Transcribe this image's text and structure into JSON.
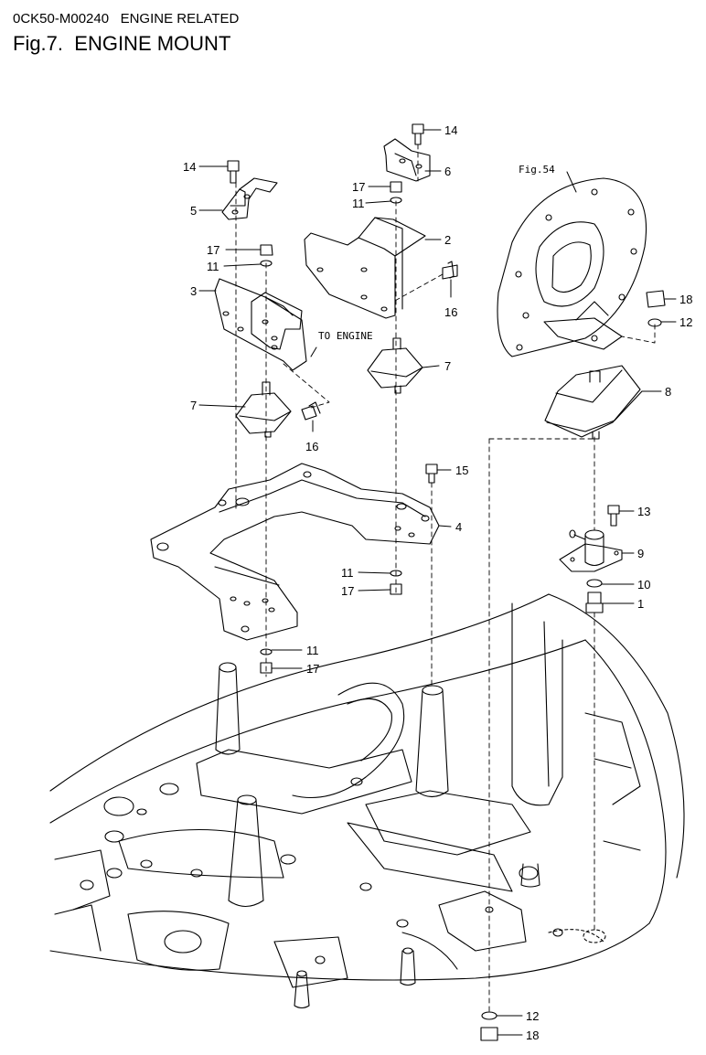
{
  "header": {
    "code": "0CK50-M00240",
    "section": "ENGINE RELATED",
    "figure_number": "Fig.7.",
    "figure_title": "ENGINE MOUNT"
  },
  "annotations": {
    "to_engine": "TO ENGINE",
    "fig_ref": "Fig.54"
  },
  "callouts": [
    {
      "id": "c14a",
      "label": "14"
    },
    {
      "id": "c5",
      "label": "5"
    },
    {
      "id": "c17a",
      "label": "17"
    },
    {
      "id": "c11a",
      "label": "11"
    },
    {
      "id": "c3",
      "label": "3"
    },
    {
      "id": "c7a",
      "label": "7"
    },
    {
      "id": "c16a",
      "label": "16"
    },
    {
      "id": "c14b",
      "label": "14"
    },
    {
      "id": "c6",
      "label": "6"
    },
    {
      "id": "c17b",
      "label": "17"
    },
    {
      "id": "c11b",
      "label": "11"
    },
    {
      "id": "c2",
      "label": "2"
    },
    {
      "id": "c16b",
      "label": "16"
    },
    {
      "id": "c7b",
      "label": "7"
    },
    {
      "id": "c15",
      "label": "15"
    },
    {
      "id": "c4",
      "label": "4"
    },
    {
      "id": "c11c",
      "label": "11"
    },
    {
      "id": "c17c",
      "label": "17"
    },
    {
      "id": "c11d",
      "label": "11"
    },
    {
      "id": "c17d",
      "label": "17"
    },
    {
      "id": "c18a",
      "label": "18"
    },
    {
      "id": "c12a",
      "label": "12"
    },
    {
      "id": "c8",
      "label": "8"
    },
    {
      "id": "c13",
      "label": "13"
    },
    {
      "id": "c9",
      "label": "9"
    },
    {
      "id": "c10",
      "label": "10"
    },
    {
      "id": "c1",
      "label": "1"
    },
    {
      "id": "c12b",
      "label": "12"
    },
    {
      "id": "c18b",
      "label": "18"
    }
  ]
}
